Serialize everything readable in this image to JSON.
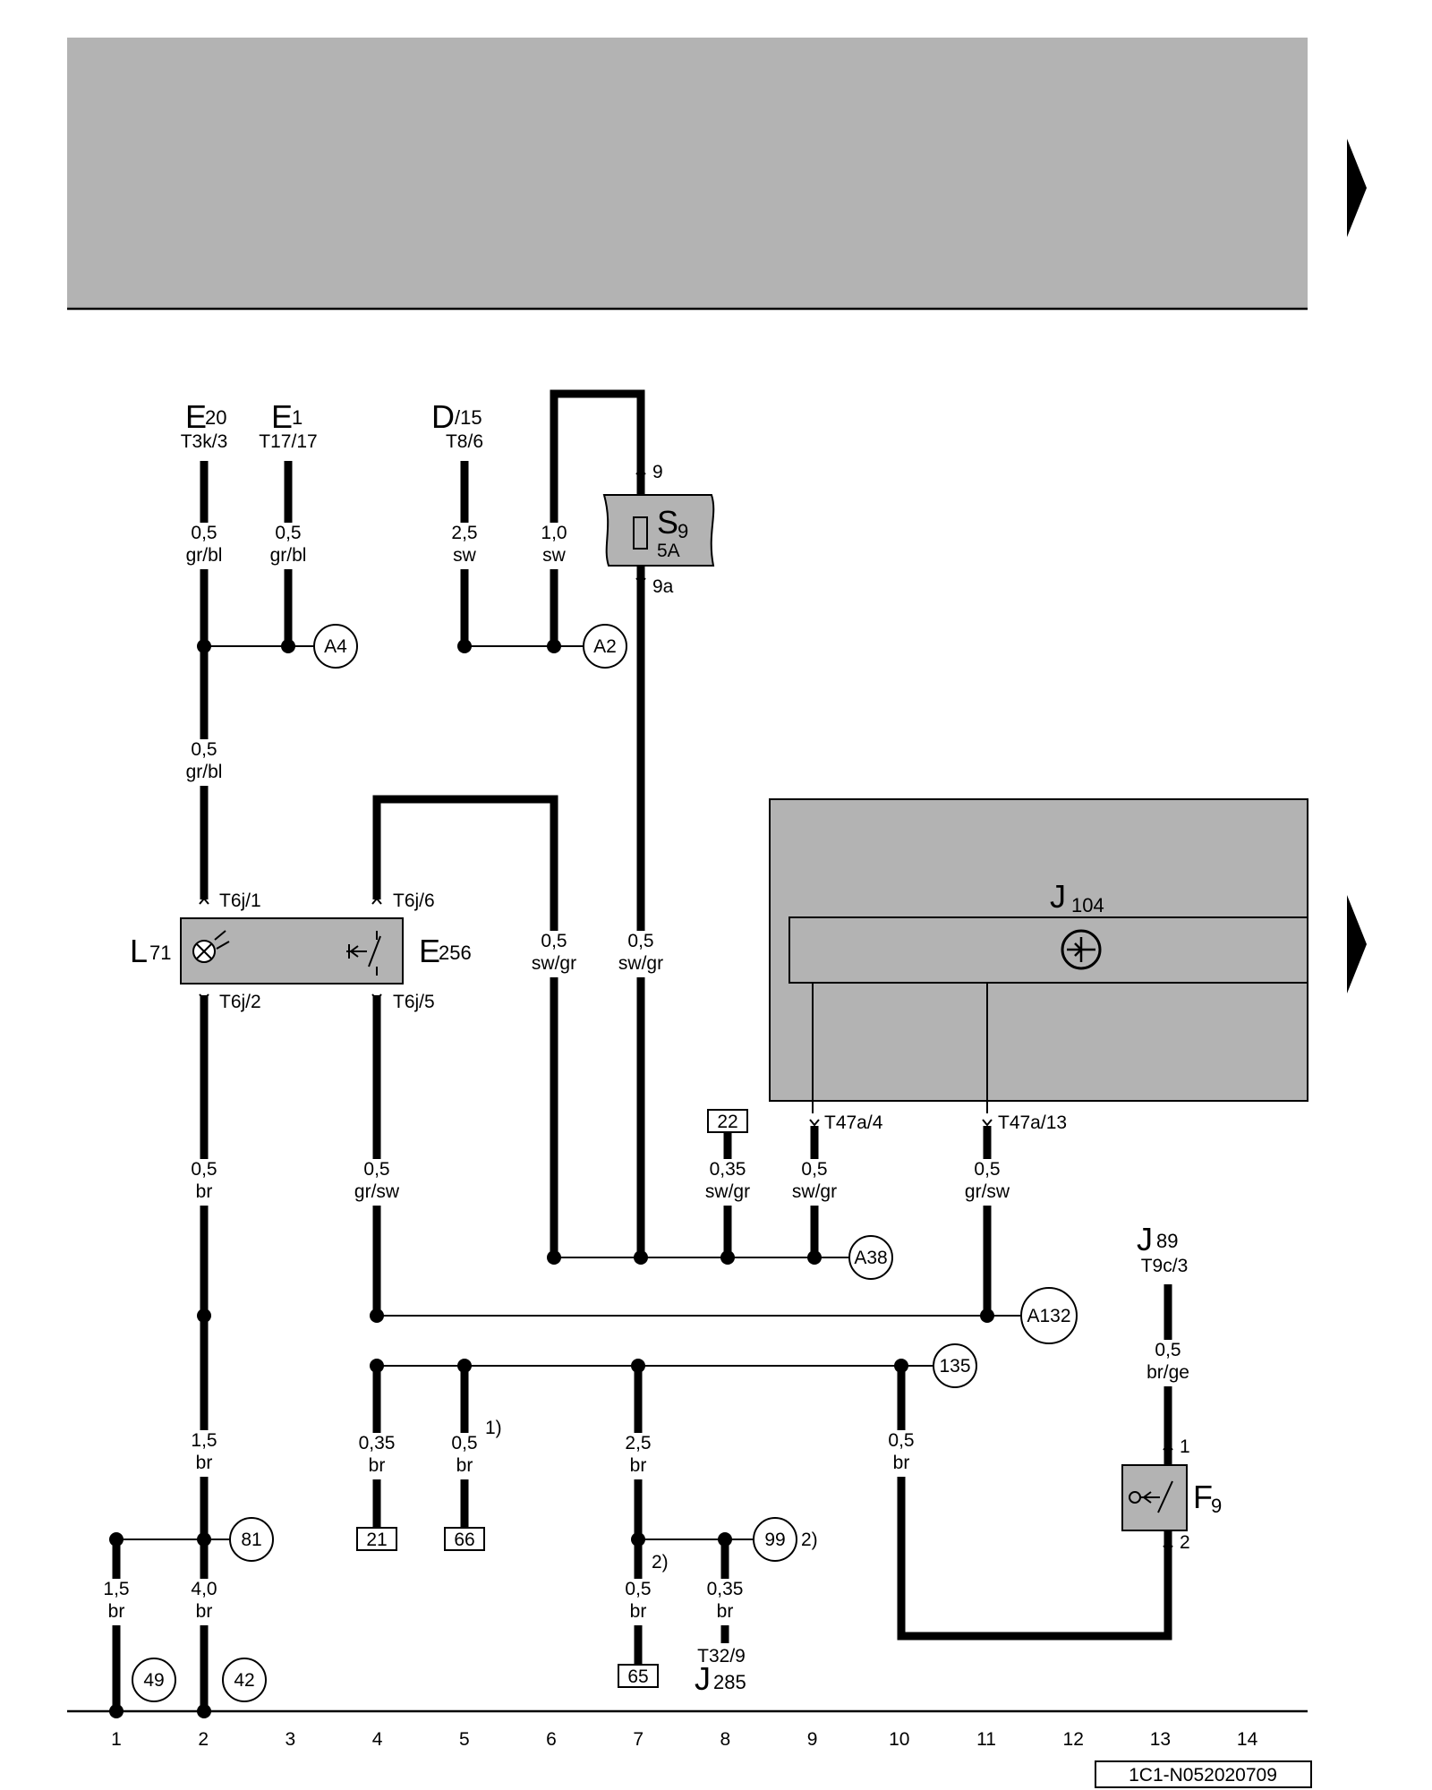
{
  "components": {
    "E20": {
      "letter": "E",
      "sub": "20",
      "conn": "T3k/3"
    },
    "E1": {
      "letter": "E",
      "sub": "1",
      "conn": "T17/17"
    },
    "D15": {
      "letter": "D",
      "sub": "/15",
      "conn": "T8/6"
    },
    "S9": {
      "letter": "S",
      "sub": "9",
      "rating": "5A",
      "pin_in": "9",
      "pin_out": "9a"
    },
    "L71": {
      "letter": "L",
      "sub": "71"
    },
    "E256": {
      "letter": "E",
      "sub": "256"
    },
    "J104": {
      "letter": "J",
      "sub": "104"
    },
    "J89": {
      "letter": "J",
      "sub": "89",
      "conn": "T9c/3"
    },
    "F9": {
      "letter": "F",
      "sub": "9",
      "pin_in": "1",
      "pin_out": "2"
    },
    "J285": {
      "letter": "J",
      "sub": "285",
      "conn": "T32/9"
    }
  },
  "pins": {
    "t6j1": "T6j/1",
    "t6j2": "T6j/2",
    "t6j6": "T6j/6",
    "t6j5": "T6j/5",
    "t47a4": "T47a/4",
    "t47a13": "T47a/13"
  },
  "wires": {
    "w1a": {
      "size": "0,5",
      "color": "gr/bl"
    },
    "w1b": {
      "size": "0,5",
      "color": "gr/bl"
    },
    "w1c": {
      "size": "0,5",
      "color": "gr/bl"
    },
    "w2": {
      "size": "2,5",
      "color": "sw"
    },
    "w3": {
      "size": "1,0",
      "color": "sw"
    },
    "w4": {
      "size": "0,5",
      "color": "sw/gr"
    },
    "w5": {
      "size": "0,5",
      "color": "sw/gr"
    },
    "w6": {
      "size": "0,5",
      "color": "br"
    },
    "w7": {
      "size": "0,5",
      "color": "gr/sw"
    },
    "w8": {
      "size": "0,35",
      "color": "sw/gr"
    },
    "w9": {
      "size": "0,5",
      "color": "sw/gr"
    },
    "w10": {
      "size": "0,5",
      "color": "gr/sw"
    },
    "w11": {
      "size": "0,5",
      "color": "br/ge"
    },
    "w12": {
      "size": "1,5",
      "color": "br"
    },
    "w13": {
      "size": "0,35",
      "color": "br"
    },
    "w14": {
      "size": "0,5",
      "color": "br"
    },
    "w15": {
      "size": "2,5",
      "color": "br"
    },
    "w16": {
      "size": "0,5",
      "color": "br"
    },
    "w17": {
      "size": "1,5",
      "color": "br"
    },
    "w18": {
      "size": "4,0",
      "color": "br"
    },
    "w19": {
      "size": "0,5",
      "color": "br"
    },
    "w20": {
      "size": "0,35",
      "color": "br"
    }
  },
  "connectors": {
    "A4": "A4",
    "A2": "A2",
    "A38": "A38",
    "A132": "A132",
    "c135": "135",
    "c81": "81",
    "c99": "99",
    "c49": "49",
    "c42": "42"
  },
  "refs": {
    "r22": "22",
    "r21": "21",
    "r66": "66",
    "r65": "65"
  },
  "notes": {
    "n1": "1)",
    "n2a": "2)",
    "n2b": "2)"
  },
  "scale": [
    "1",
    "2",
    "3",
    "4",
    "5",
    "6",
    "7",
    "8",
    "9",
    "10",
    "11",
    "12",
    "13",
    "14"
  ],
  "drawing_id": "1C1-N052020709",
  "colors": {
    "panel_gray": "#b3b3b3",
    "line": "#000000"
  }
}
